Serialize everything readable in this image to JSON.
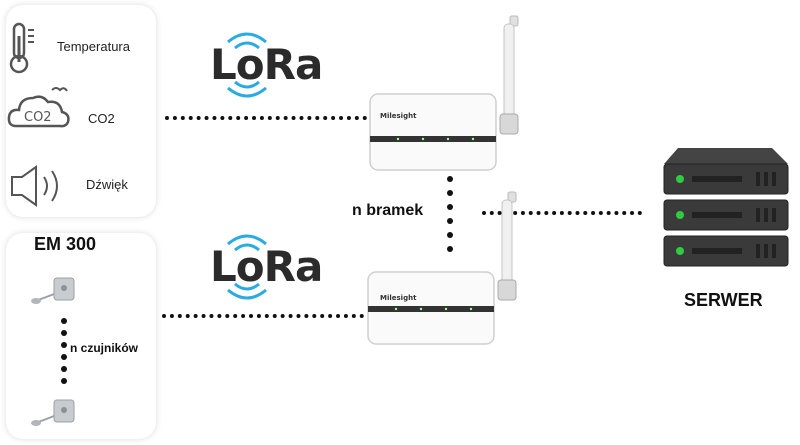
{
  "sensors": {
    "temperature": "Temperatura",
    "co2": "CO2",
    "sound": "Dźwięk",
    "co2_icon_text": "CO2"
  },
  "em300": {
    "title": "EM 300",
    "count_label": "n czujników"
  },
  "lora": {
    "logo_top": "LoRa",
    "logo_bottom": "LoRa"
  },
  "gateways": {
    "count_label": "n bramek",
    "brand": "Milesight"
  },
  "server": {
    "label": "SERWER"
  },
  "colors": {
    "lora_wave": "#29abe2",
    "server_body": "#3a3a3a",
    "server_led": "#2ecc40",
    "dots": "#111111"
  }
}
